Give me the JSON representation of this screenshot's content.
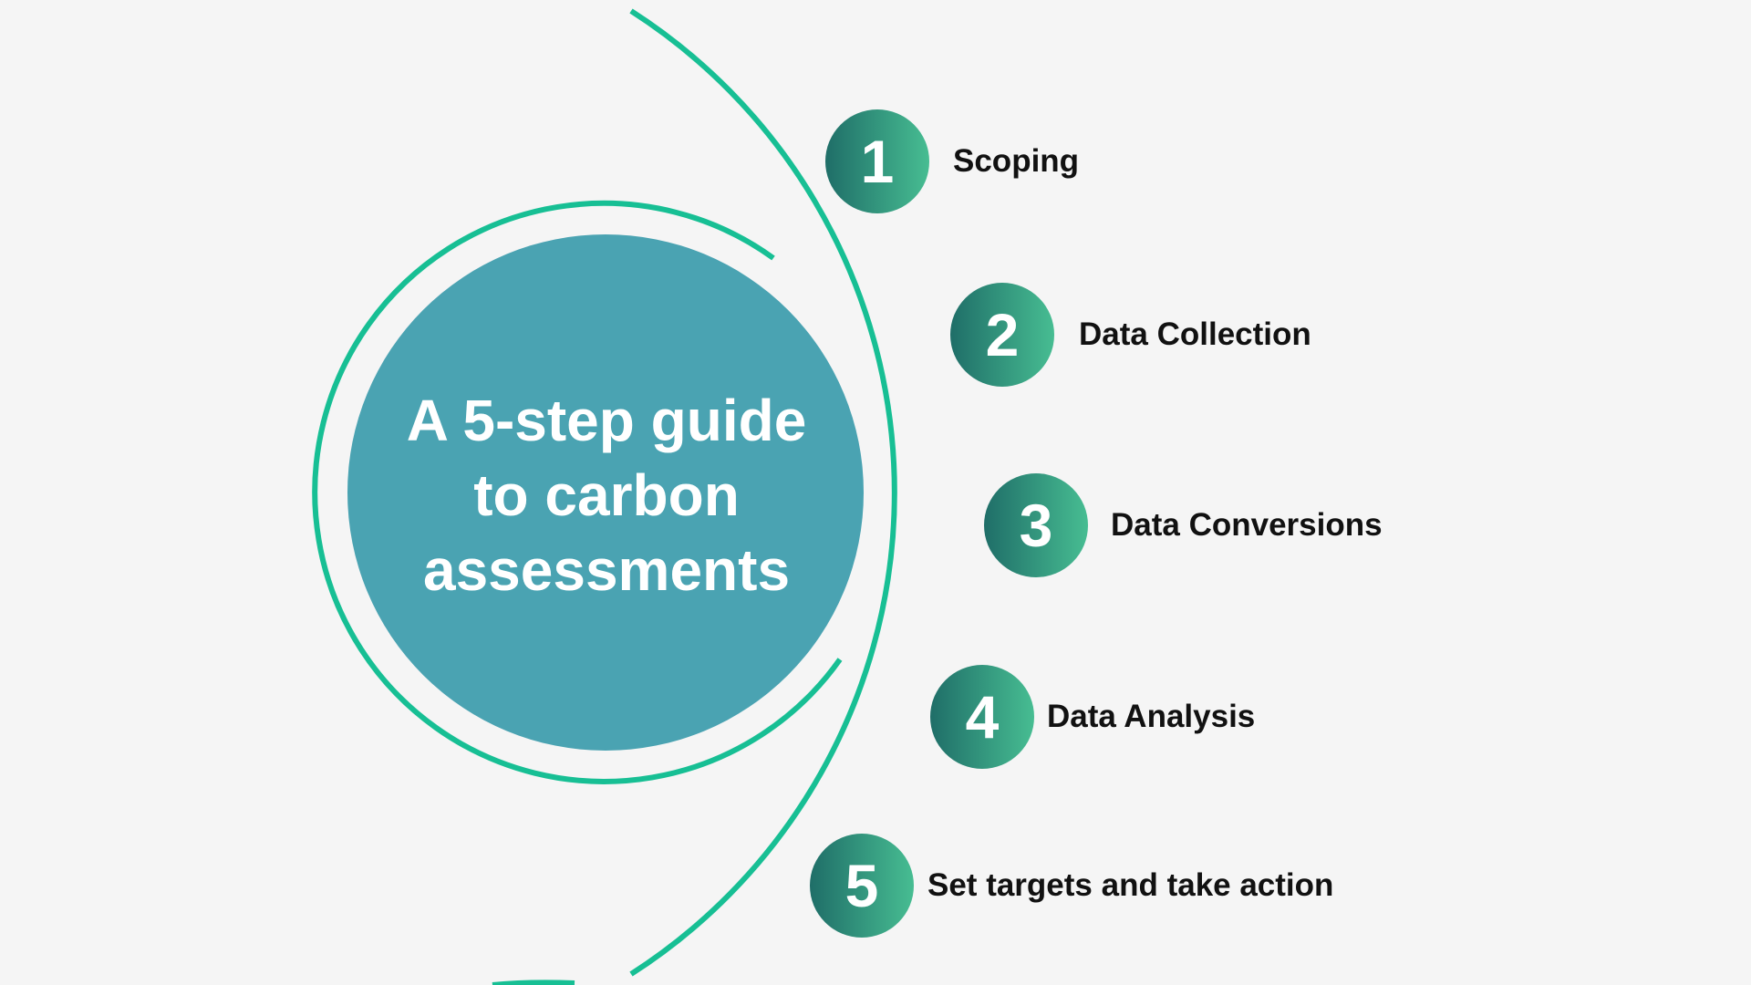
{
  "title": {
    "lines": [
      "A 5-step guide",
      "to carbon",
      "assessments"
    ]
  },
  "steps": [
    {
      "number": "1",
      "label": "Scoping"
    },
    {
      "number": "2",
      "label": "Data Collection"
    },
    {
      "number": "3",
      "label": "Data Conversions"
    },
    {
      "number": "4",
      "label": "Data Analysis"
    },
    {
      "number": "5",
      "label": "Set targets and take action"
    }
  ],
  "colors": {
    "background": "#f5f5f5",
    "center_circle": "#4aa3b2",
    "ring": "#17bf94",
    "badge_dark": "#1f6e68",
    "badge_light": "#47bd92",
    "text": "#111111"
  }
}
